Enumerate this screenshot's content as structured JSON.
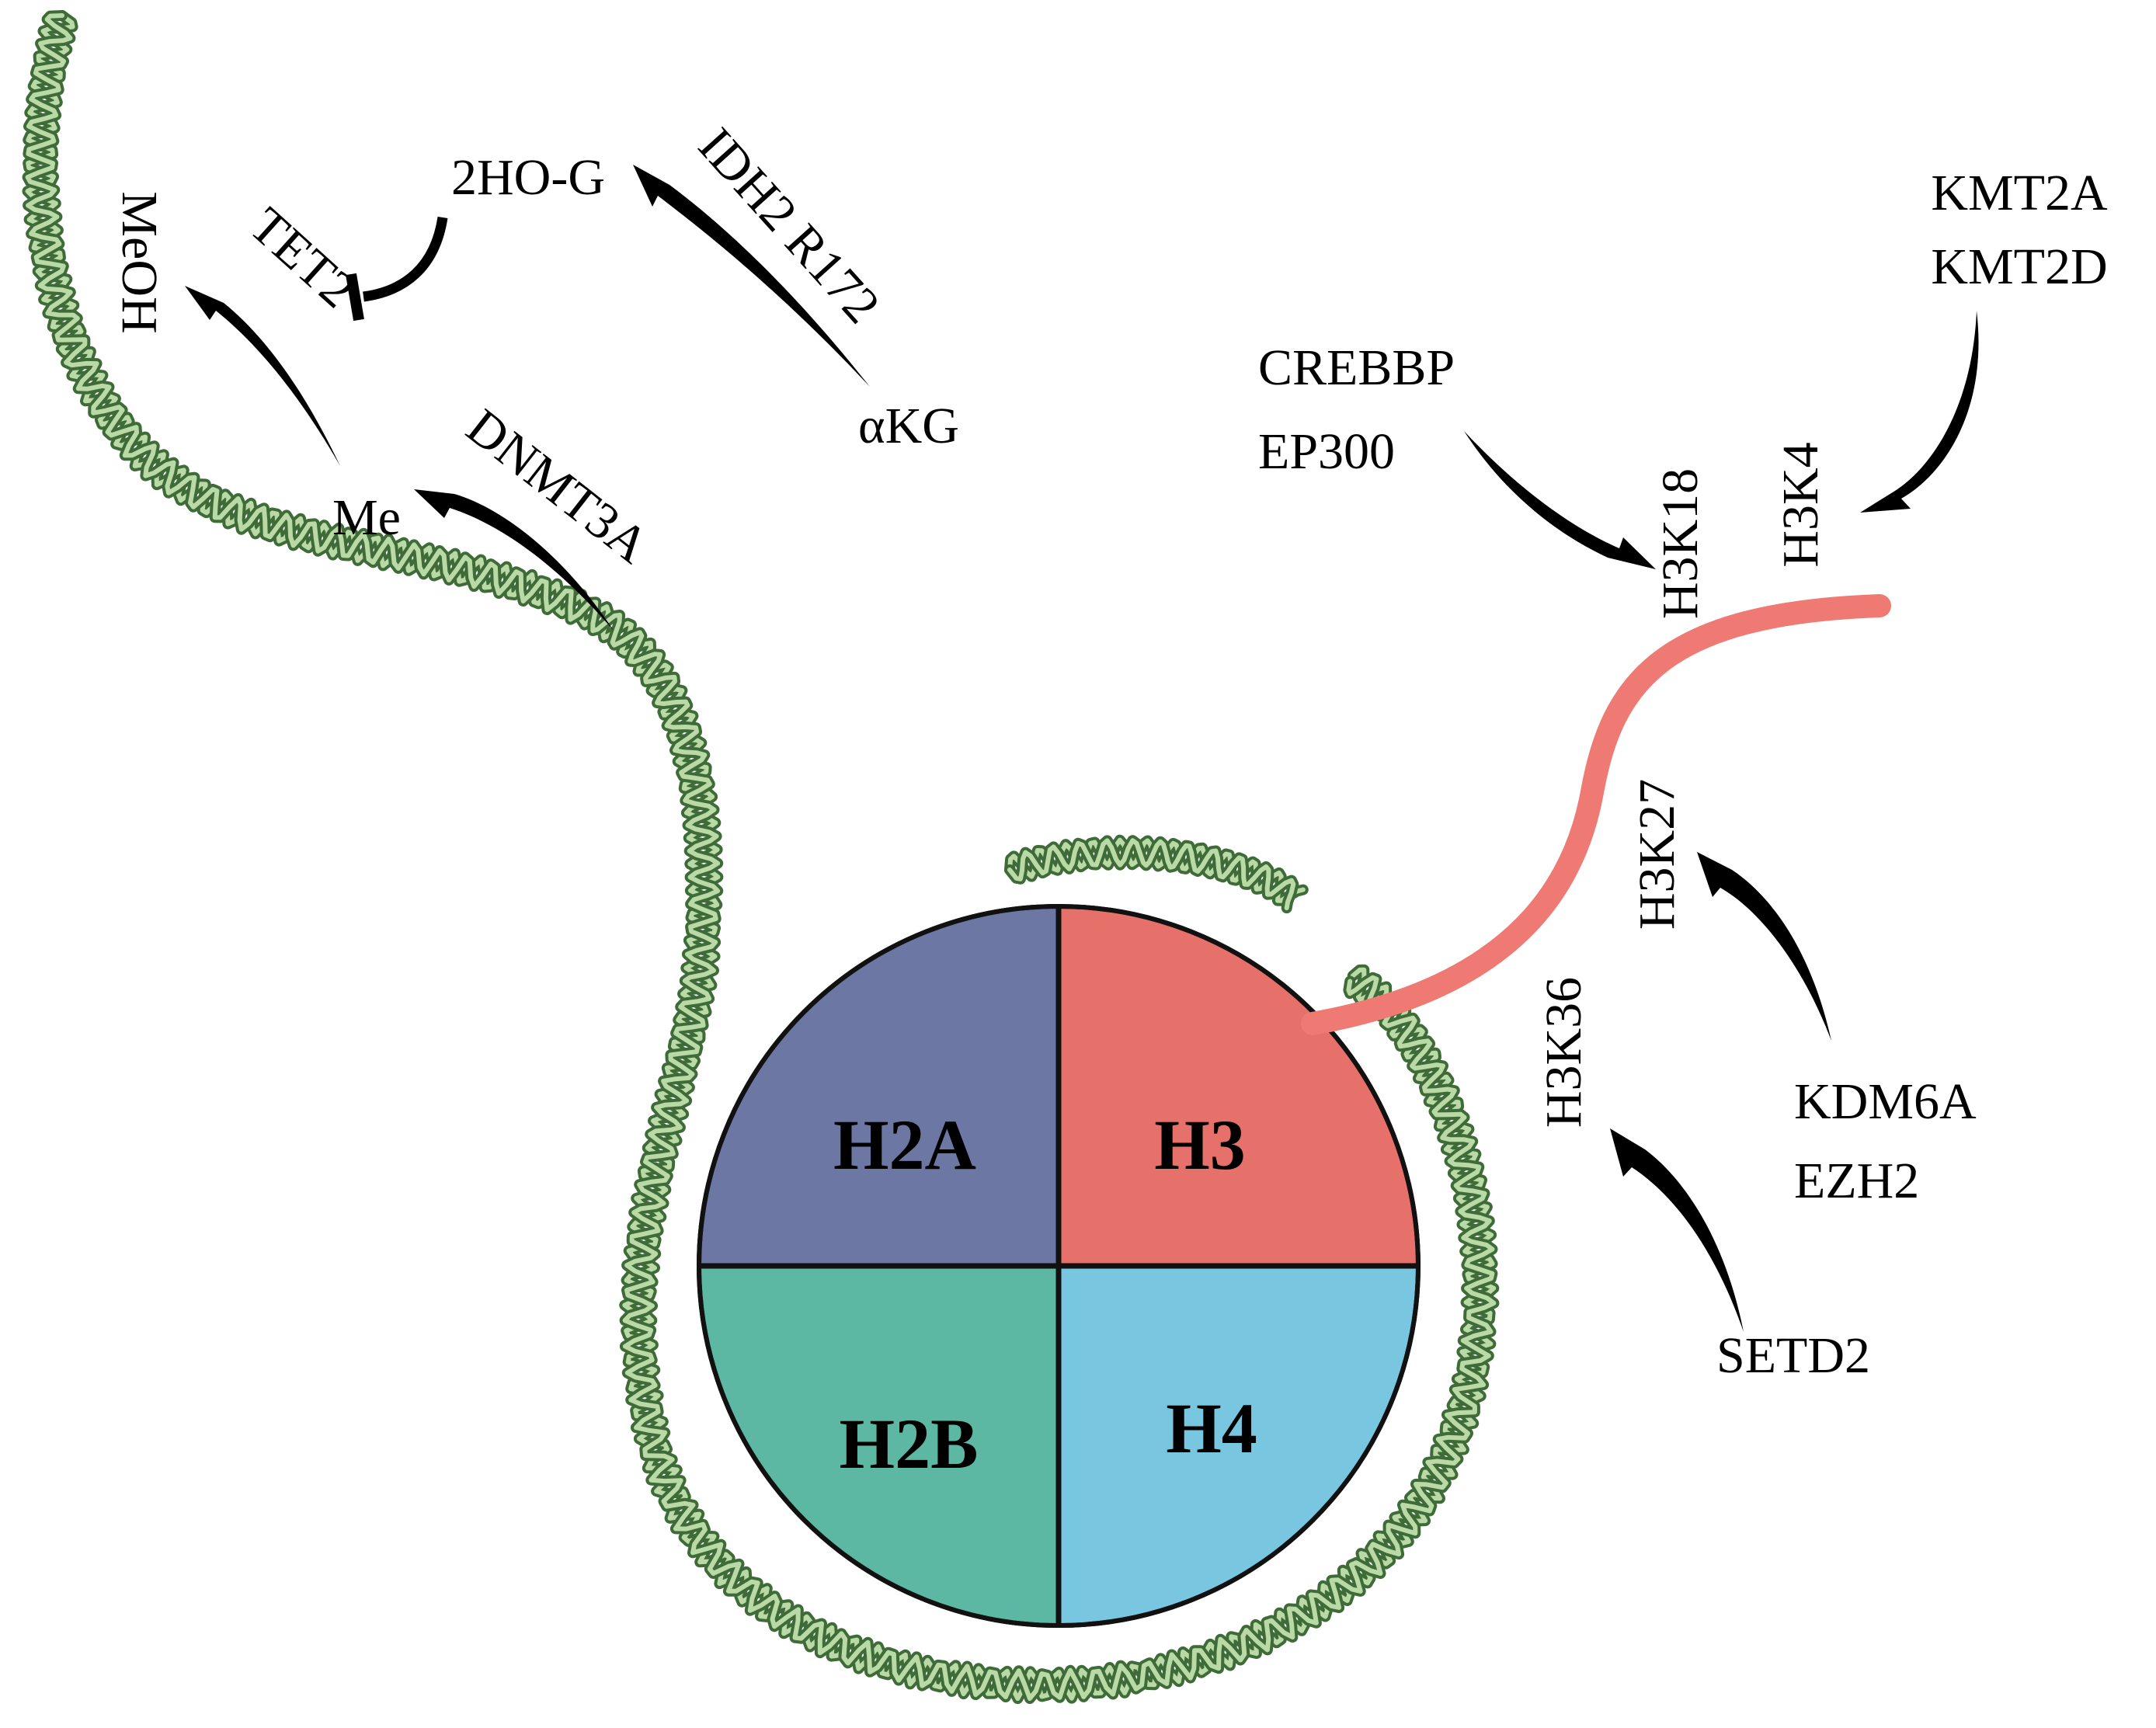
{
  "colors": {
    "h2a": "#6c77a3",
    "h3": "#e6716a",
    "h2b": "#5cb8a2",
    "h4": "#78c6df",
    "tail": "#ef7a73",
    "dna_dark": "#3e6b37",
    "dna_light": "#b9d9a6",
    "arrow": "#000000"
  },
  "histones": {
    "h2a": "H2A",
    "h3": "H3",
    "h2b": "H2B",
    "h4": "H4"
  },
  "dna_methylation": {
    "meoh": "MeOH",
    "tet2": "TET2",
    "two_hog": "2HO-G",
    "idh2": "IDH2 R172",
    "akg": "αKG",
    "me": "Me",
    "dnmt3a": "DNMT3A"
  },
  "histone_marks": {
    "h3k4": "H3K4",
    "h3k18": "H3K18",
    "h3k27": "H3K27",
    "h3k36": "H3K36"
  },
  "enzymes": {
    "kmt2a": "KMT2A",
    "kmt2d": "KMT2D",
    "crebbp": "CREBBP",
    "ep300": "EP300",
    "kdm6a": "KDM6A",
    "ezh2": "EZH2",
    "setd2": "SETD2"
  },
  "icons": {
    "dna": "double-helix",
    "activation": "curved-arrow",
    "inhibition": "blunt-arrow"
  }
}
